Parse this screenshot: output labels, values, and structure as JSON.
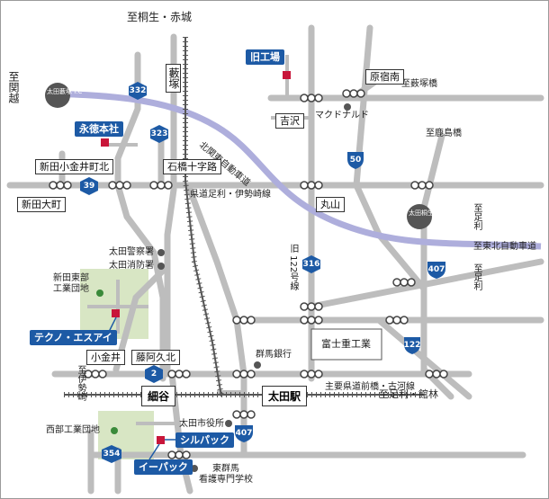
{
  "map": {
    "destinations": {
      "top": "至桐生・赤城",
      "left_top": "至関越",
      "right_sakurahashi": "至薮塚橋",
      "right_kashimabashi": "至鹿島橋",
      "right_ashikaga1": "至足利",
      "right_tohoku": "至東北自動車道",
      "right_ashikaga2": "至足利",
      "left_isesaki": "至伊勢崎",
      "right_ashikaga_tatebayashi": "至足利・館林"
    },
    "roads": {
      "kitakanto": "北関東自動車道",
      "kendo_ashikaga_isesaki": "県道足利・伊勢崎線",
      "r122": "旧 122号線",
      "shuyou_kendo": "主要県道前橋・古河線"
    },
    "interchanges": {
      "yabuzuka_ic": "太田藪塚 I.C",
      "kiryu_ic": "太田桐生 I.C"
    },
    "intersections": {
      "nittakoganei": "新田小金井町北",
      "nittaoomachi": "新田大町",
      "ishibashi": "石橋十字路",
      "harajuku": "原宿南",
      "yoshizawa": "吉沢",
      "maruyama": "丸山",
      "koganei": "小金井",
      "fujiakuhoku": "藤阿久北"
    },
    "railway": {
      "yabuzuka": "藪塚",
      "hosoya": "細谷",
      "ota_station": "太田駅"
    },
    "route_shields": {
      "r332": "332",
      "r323": "323",
      "r39": "39",
      "r50": "50",
      "r316": "316",
      "r407a": "407",
      "r122": "122",
      "r2": "2",
      "r407b": "407",
      "r354": "354"
    },
    "landmarks": {
      "mcdonalds": "マクドナルド",
      "police": "太田警察署",
      "fire": "太田消防署",
      "nitta_east": "新田東部\n工業団地",
      "gunma_bank": "群馬銀行",
      "fuji": "富士重工業",
      "seibu": "西部工業団地",
      "city_hall": "太田市役所",
      "nursing_school": "東群馬\n看護専門学校"
    },
    "company_sites": {
      "old_factory": "旧工場",
      "head_office": "永徳本社",
      "techno_eswai": "テクノ・エスアイ",
      "silpack": "シルパック",
      "epack": "イーパック"
    }
  }
}
